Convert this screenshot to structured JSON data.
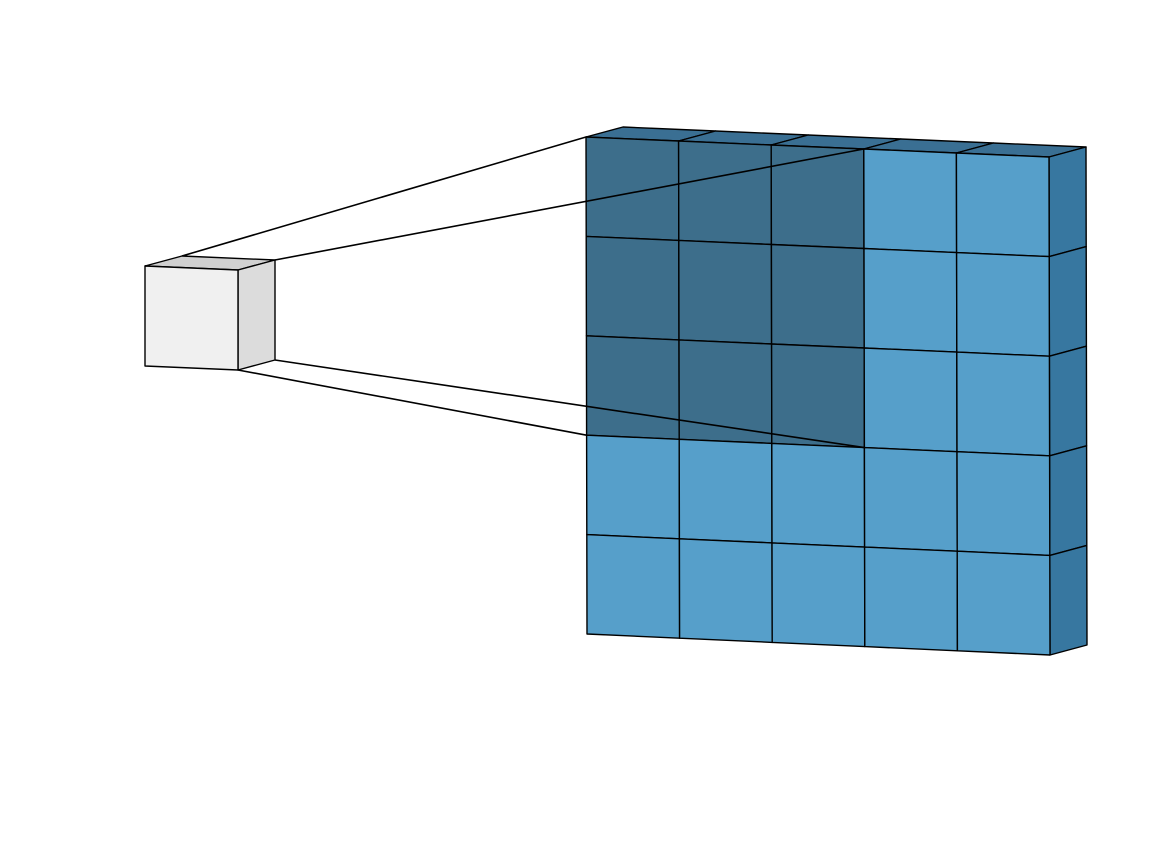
{
  "diagram": {
    "type": "convolution-receptive-field",
    "input_grid": {
      "rows": 5,
      "cols": 5
    },
    "receptive_field": {
      "rows": 3,
      "cols": 3,
      "origin_row": 0,
      "origin_col": 0
    },
    "output_cells": 1,
    "colors": {
      "cell_face": "#569fca",
      "cell_face_highlight": "#3d6e8b",
      "cell_side": "#3777a0",
      "cell_top": "#3a6f93",
      "output_face": "#f0f0f0",
      "output_side": "#dcdcdc",
      "output_top": "#d0d0d0",
      "line": "#000000",
      "background": "#ffffff"
    }
  }
}
